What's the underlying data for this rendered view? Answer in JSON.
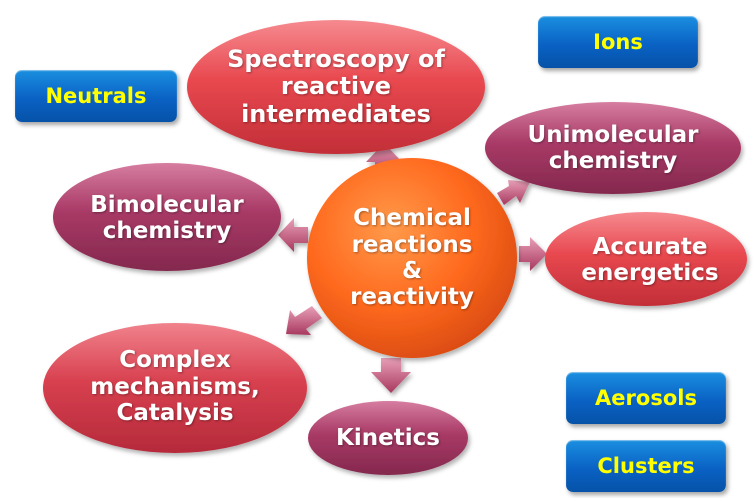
{
  "center": {
    "text": "Chemical\nreactions\n&\nreactivity",
    "color": "#ff6a1f"
  },
  "topics": [
    {
      "id": "spectroscopy",
      "text": "Spectroscopy of\nreactive\nintermediates",
      "color": "#e8484f"
    },
    {
      "id": "unimolecular",
      "text": "Unimolecular\nchemistry",
      "color": "#a83a66"
    },
    {
      "id": "energetics",
      "text": "Accurate\nenergetics",
      "color": "#e8484f"
    },
    {
      "id": "kinetics",
      "text": "Kinetics",
      "color": "#a83a66"
    },
    {
      "id": "complex",
      "text": "Complex\nmechanisms,\nCatalysis",
      "color": "#d8404f"
    },
    {
      "id": "bimolecular",
      "text": "Bimolecular\nchemistry",
      "color": "#b03c5e"
    }
  ],
  "boxes": [
    {
      "id": "neutrals",
      "text": "Neutrals"
    },
    {
      "id": "ions",
      "text": "Ions"
    },
    {
      "id": "aerosols",
      "text": "Aerosols"
    },
    {
      "id": "clusters",
      "text": "Clusters"
    }
  ],
  "arrow_color": "#c2567a"
}
